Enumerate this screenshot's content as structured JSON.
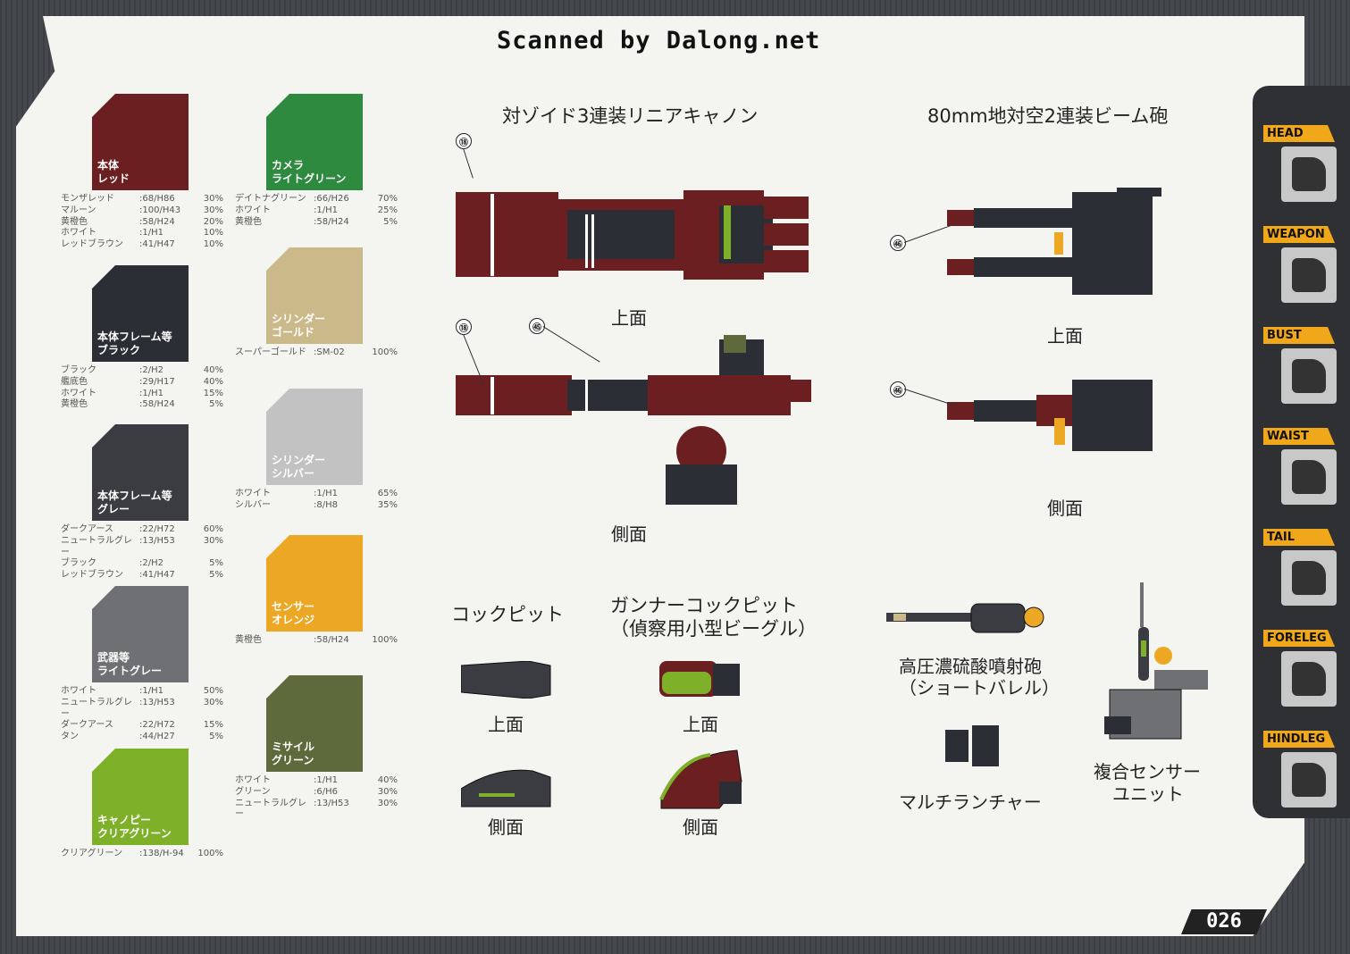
{
  "watermark": "Scanned by Dalong.net",
  "page_number": "026",
  "colors": [
    {
      "hex": "#6b1f21",
      "name1": "本体",
      "name2": "レッド",
      "mix": [
        [
          "モンザレッド",
          ":68/H86",
          "30%"
        ],
        [
          "マルーン",
          ":100/H43",
          "30%"
        ],
        [
          "黄橙色",
          ":58/H24",
          "20%"
        ],
        [
          "ホワイト",
          ":1/H1",
          "10%"
        ],
        [
          "レッドブラウン",
          ":41/H47",
          "10%"
        ]
      ]
    },
    {
      "hex": "#2d8a3f",
      "name1": "カメラ",
      "name2": "ライトグリーン",
      "mix": [
        [
          "デイトナグリーン",
          ":66/H26",
          "70%"
        ],
        [
          "ホワイト",
          ":1/H1",
          "25%"
        ],
        [
          "黄橙色",
          ":58/H24",
          "5%"
        ]
      ]
    },
    {
      "hex": "#2b2f35",
      "name1": "本体フレーム等",
      "name2": "ブラック",
      "mix": [
        [
          "ブラック",
          ":2/H2",
          "40%"
        ],
        [
          "艦底色",
          ":29/H17",
          "40%"
        ],
        [
          "ホワイト",
          ":1/H1",
          "15%"
        ],
        [
          "黄橙色",
          ":58/H24",
          "5%"
        ]
      ]
    },
    {
      "hex": "#cbb98a",
      "name1": "シリンダー",
      "name2": "ゴールド",
      "mix": [
        [
          "スーパーゴールド",
          ":SM-02",
          "100%"
        ]
      ]
    },
    {
      "hex": "#3a3c41",
      "name1": "本体フレーム等",
      "name2": "グレー",
      "mix": [
        [
          "ダークアース",
          ":22/H72",
          "60%"
        ],
        [
          "ニュートラルグレー",
          ":13/H53",
          "30%"
        ],
        [
          "ブラック",
          ":2/H2",
          "5%"
        ],
        [
          "レッドブラウン",
          ":41/H47",
          "5%"
        ]
      ]
    },
    {
      "hex": "#c2c2c2",
      "name1": "シリンダー",
      "name2": "シルバー",
      "mix": [
        [
          "ホワイト",
          ":1/H1",
          "65%"
        ],
        [
          "シルバー",
          ":8/H8",
          "35%"
        ]
      ]
    },
    {
      "hex": "#6e7074",
      "name1": "武器等",
      "name2": "ライトグレー",
      "mix": [
        [
          "ホワイト",
          ":1/H1",
          "50%"
        ],
        [
          "ニュートラルグレー",
          ":13/H53",
          "30%"
        ],
        [
          "ダークアース",
          ":22/H72",
          "15%"
        ],
        [
          "タン",
          ":44/H27",
          "5%"
        ]
      ]
    },
    {
      "hex": "#eca825",
      "name1": "センサー",
      "name2": "オレンジ",
      "mix": [
        [
          "黄橙色",
          ":58/H24",
          "100%"
        ]
      ]
    },
    {
      "hex": "#7fb02a",
      "name1": "キャノピー",
      "name2": "クリアグリーン",
      "mix": [
        [
          "クリアグリーン",
          ":138/H-94",
          "100%"
        ]
      ]
    },
    {
      "hex": "#5f6a3c",
      "name1": "ミサイル",
      "name2": "グリーン",
      "mix": [
        [
          "ホワイト",
          ":1/H1",
          "40%"
        ],
        [
          "グリーン",
          ":6/H6",
          "30%"
        ],
        [
          "ニュートラルグレー",
          ":13/H53",
          "30%"
        ]
      ]
    }
  ],
  "titles": {
    "cannon": "対ゾイド3連装リニアキャノン",
    "beam": "80mm地対空2連装ビーム砲",
    "cockpit": "コックピット",
    "gunner1": "ガンナーコックピット",
    "gunner2": "（偵察用小型ビーグル）",
    "acid1": "高圧濃硫酸噴射砲",
    "acid2": "（ショートバレル）",
    "multi": "マルチランチャー",
    "sensor1": "複合センサー",
    "sensor2": "ユニット"
  },
  "views": {
    "top": "上面",
    "side": "側面"
  },
  "callouts": {
    "n18": "⑱",
    "n45": "㊺",
    "n46": "㊻"
  },
  "tabs": [
    "HEAD",
    "WEAPON",
    "BUST",
    "WAIST",
    "TAIL",
    "FORELEG",
    "HINDLEG"
  ]
}
